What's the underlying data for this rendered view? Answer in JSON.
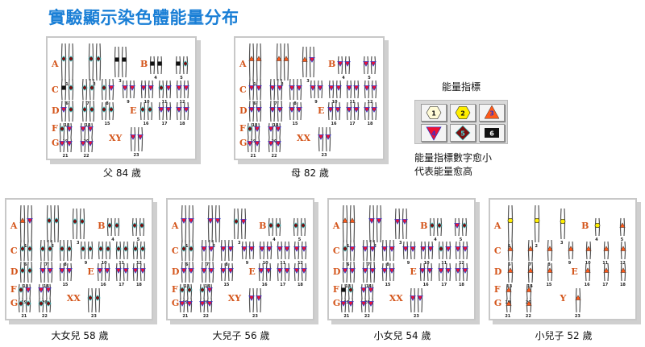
{
  "title": "實驗顯示染色體能量分布",
  "legend": {
    "title": "能量指標",
    "items": [
      {
        "level": "1",
        "shape": "hexagon",
        "fill": "#fffbd6",
        "stroke": "#333333"
      },
      {
        "level": "2",
        "shape": "hexagon",
        "fill": "#ffee00",
        "stroke": "#333333"
      },
      {
        "level": "3",
        "shape": "triangle-up",
        "fill": "#ff5a1a",
        "stroke": "#333333"
      },
      {
        "level": "4",
        "shape": "triangle-down",
        "fill": "#ee1133",
        "stroke": "#2233cc"
      },
      {
        "level": "5",
        "shape": "diamond",
        "fill": "#7a1010",
        "stroke": "#33cccc"
      },
      {
        "level": "6",
        "shape": "square",
        "fill": "#111111",
        "stroke": "#111111"
      }
    ],
    "note_line1": "能量指標數字愈小",
    "note_line2": "代表能量愈高"
  },
  "group_labels": [
    "A",
    "B",
    "C",
    "D",
    "E",
    "F",
    "G"
  ],
  "panels": [
    {
      "id": "father",
      "caption": "父 84 歲",
      "sex_label": "XY",
      "markers": [
        [
          5,
          5
        ],
        [
          5,
          5
        ],
        [
          6,
          6
        ],
        [
          6,
          6
        ],
        [
          6,
          5
        ],
        [
          6,
          5
        ],
        [
          5,
          5
        ],
        [
          5,
          4
        ],
        [
          4,
          4
        ],
        [
          4,
          4
        ],
        [
          5,
          4
        ],
        [
          4,
          4
        ],
        [
          4,
          5
        ],
        [
          5,
          5
        ],
        [
          5,
          5
        ],
        [
          5,
          5
        ],
        [
          4,
          4
        ],
        [
          4,
          4
        ],
        [
          5,
          4
        ],
        [
          4,
          4
        ],
        [
          4,
          4
        ],
        [
          4,
          4
        ],
        [
          4,
          4
        ]
      ]
    },
    {
      "id": "mother",
      "caption": "母 82 歲",
      "sex_label": "XX",
      "markers": [
        [
          3,
          3
        ],
        [
          3,
          3
        ],
        [
          3,
          4
        ],
        [
          4,
          4
        ],
        [
          4,
          4
        ],
        [
          4,
          4
        ],
        [
          4,
          4
        ],
        [
          4,
          4
        ],
        [
          4,
          4
        ],
        [
          4,
          4
        ],
        [
          4,
          4
        ],
        [
          4,
          4
        ],
        [
          4,
          4
        ],
        [
          4,
          4
        ],
        [
          4,
          4
        ],
        [
          4,
          4
        ],
        [
          4,
          4
        ],
        [
          4,
          4
        ],
        [
          5,
          4
        ],
        [
          4,
          4
        ],
        [
          4,
          4
        ],
        [
          4,
          4
        ],
        [
          4,
          4
        ]
      ]
    },
    {
      "id": "eldest-daughter",
      "caption": "大女兒 58 歲",
      "sex_label": "XX",
      "markers": [
        [
          3,
          4
        ],
        [
          5,
          5
        ],
        [
          5,
          5
        ],
        [
          5,
          5
        ],
        [
          5,
          5
        ],
        [
          5,
          5
        ],
        [
          5,
          5
        ],
        [
          5,
          5
        ],
        [
          5,
          5
        ],
        [
          5,
          5
        ],
        [
          5,
          5
        ],
        [
          5,
          5
        ],
        [
          5,
          5
        ],
        [
          4,
          4
        ],
        [
          4,
          4
        ],
        [
          4,
          4
        ],
        [
          4,
          4
        ],
        [
          4,
          4
        ],
        [
          5,
          4
        ],
        [
          4,
          4
        ],
        [
          5,
          5
        ],
        [
          5,
          5
        ],
        [
          5,
          5
        ]
      ]
    },
    {
      "id": "eldest-son",
      "caption": "大兒子 56 歲",
      "sex_label": "XY",
      "markers": [
        [
          4,
          4
        ],
        [
          4,
          4
        ],
        [
          5,
          4
        ],
        [
          5,
          5
        ],
        [
          5,
          5
        ],
        [
          5,
          5
        ],
        [
          4,
          4
        ],
        [
          4,
          4
        ],
        [
          4,
          4
        ],
        [
          4,
          4
        ],
        [
          4,
          4
        ],
        [
          4,
          4
        ],
        [
          4,
          4
        ],
        [
          4,
          4
        ],
        [
          4,
          4
        ],
        [
          4,
          4
        ],
        [
          4,
          4
        ],
        [
          4,
          4
        ],
        [
          5,
          5
        ],
        [
          5,
          4
        ],
        [
          4,
          4
        ],
        [
          4,
          4
        ],
        [
          4,
          4
        ]
      ]
    },
    {
      "id": "younger-daughter",
      "caption": "小女兒 54 歲",
      "sex_label": "XX",
      "markers": [
        [
          3,
          3
        ],
        [
          4,
          4
        ],
        [
          4,
          4
        ],
        [
          5,
          5
        ],
        [
          4,
          5
        ],
        [
          5,
          4
        ],
        [
          4,
          4
        ],
        [
          4,
          4
        ],
        [
          4,
          4
        ],
        [
          4,
          4
        ],
        [
          5,
          4
        ],
        [
          4,
          4
        ],
        [
          4,
          4
        ],
        [
          4,
          4
        ],
        [
          4,
          4
        ],
        [
          4,
          4
        ],
        [
          4,
          4
        ],
        [
          4,
          4
        ],
        [
          6,
          5
        ],
        [
          4,
          4
        ],
        [
          4,
          4
        ],
        [
          4,
          4
        ],
        [
          4,
          4
        ]
      ]
    },
    {
      "id": "younger-son",
      "caption": "小兒子 52 歲",
      "sex_label": "Y",
      "markers": [
        [
          2
        ],
        [
          2
        ],
        [
          2
        ],
        [
          2
        ],
        [
          3
        ],
        [
          3
        ],
        [
          3
        ],
        [
          3
        ],
        [
          3
        ],
        [
          3
        ],
        [
          3
        ],
        [
          3
        ],
        [
          3
        ],
        [
          3
        ],
        [
          3
        ],
        [
          3
        ],
        [
          3
        ],
        [
          3
        ],
        [
          3
        ],
        [
          3
        ],
        [
          3
        ],
        [
          3
        ],
        [
          3
        ]
      ]
    }
  ]
}
